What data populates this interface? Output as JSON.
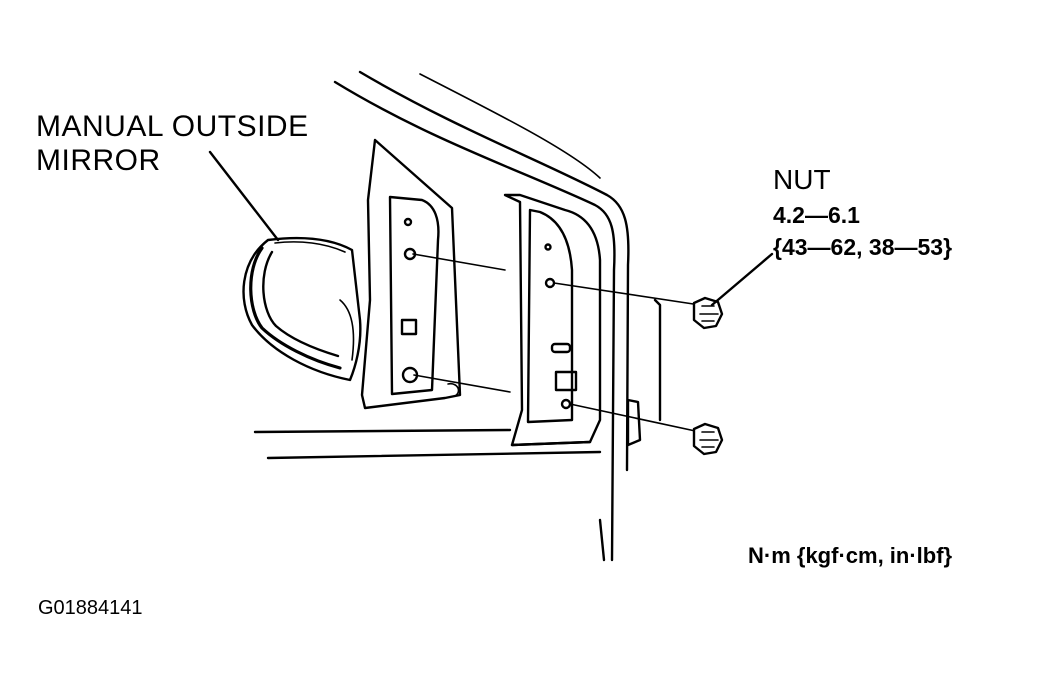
{
  "labels": {
    "mirror_line1": "MANUAL OUTSIDE",
    "mirror_line2": "MIRROR",
    "nut": "NUT",
    "torque_nm": "4.2—6.1",
    "torque_alt": "{43—62, 38—53}",
    "units": "N·m {kgf·cm, in·lbf}",
    "figure_id": "G01884141"
  },
  "colors": {
    "line": "#000000",
    "background": "#ffffff"
  }
}
